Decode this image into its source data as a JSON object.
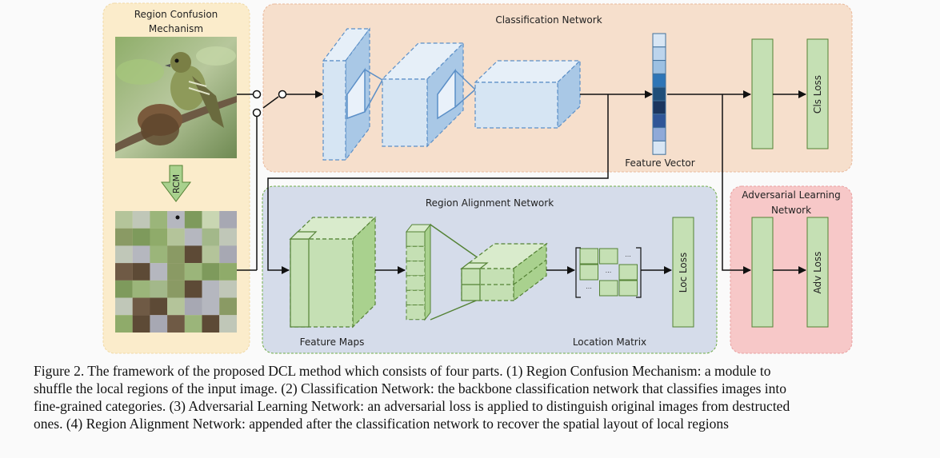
{
  "panels": {
    "rcm": {
      "title_line1": "Region Confusion",
      "title_line2": "Mechanism",
      "arrow_label": "RCM",
      "color": "#fbeccb"
    },
    "classification": {
      "title": "Classification  Network",
      "color": "#f6dfcc"
    },
    "alignment": {
      "title": "Region Alignment Network",
      "color": "#d5dcea"
    },
    "adversarial": {
      "title_line1": "Adversarial Learning",
      "title_line2": "Network",
      "color": "#f7c8c8"
    }
  },
  "labels": {
    "feature_vector": "Feature Vector",
    "feature_maps": "Feature Maps",
    "location_matrix": "Location Matrix",
    "cls_loss": "Cls Loss",
    "loc_loss": "Loc Loss",
    "adv_loss": "Adv Loss",
    "ellipsis": "..."
  },
  "feature_vector_cells": [
    "#d8e6f4",
    "#bcd4ec",
    "#9cc0e2",
    "#2e75b6",
    "#1f4e79",
    "#1b365f",
    "#2f5597",
    "#8fa9d8",
    "#d8e6f4"
  ],
  "colors": {
    "block_green": "#c5e0b4",
    "block_green_stroke": "#548235",
    "cnn_blue_light": "#dce8f4",
    "cnn_blue_dark": "#a9c8e6",
    "cnn_stroke": "#5b8fc7",
    "arrow": "#111111"
  },
  "caption": {
    "line1": "Figure 2. The framework of the proposed DCL method which consists of four parts.  (1) Region Confusion Mechanism:  a module to",
    "line2": "shuffle the local regions of the input image.  (2) Classification Network:  the backbone classification network that classifies images into",
    "line3": "fine-grained categories.  (3) Adversarial Learning Network:  an adversarial loss is applied to distinguish original images from destructed",
    "line4": "ones. (4) Region Alignment Network: appended after the classification network to recover the spatial layout of local regions"
  }
}
